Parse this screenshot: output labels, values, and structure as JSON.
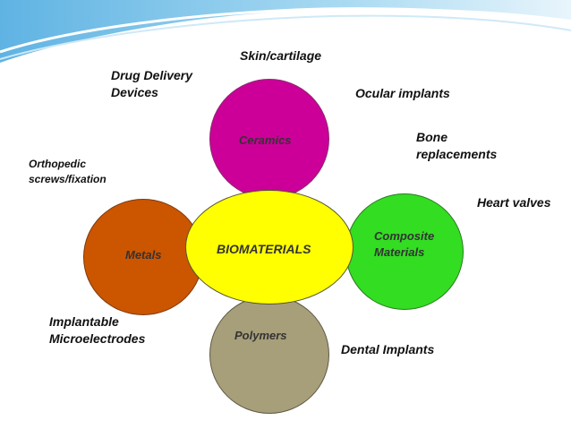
{
  "colors": {
    "swoosh": "#8ec9ea",
    "ceramics": "#cc0099",
    "metals": "#cc5500",
    "composite": "#33dd22",
    "polymers": "#a79e7a",
    "center": "#ffff00"
  },
  "center": {
    "label": "BIOMATERIALS"
  },
  "categories": {
    "ceramics": "Ceramics",
    "metals": "Metals",
    "composite_line1": "Composite",
    "composite_line2": "Materials",
    "polymers": "Polymers"
  },
  "applications": {
    "skin": "Skin/cartilage",
    "drug_line1": "Drug Delivery",
    "drug_line2": "Devices",
    "ocular": "Ocular implants",
    "bone_line1": "Bone",
    "bone_line2": "replacements",
    "ortho_line1": "Orthopedic",
    "ortho_line2": "screws/fixation",
    "heart": "Heart valves",
    "micro_line1": "Implantable",
    "micro_line2": "Microelectrodes",
    "dental": "Dental Implants"
  }
}
